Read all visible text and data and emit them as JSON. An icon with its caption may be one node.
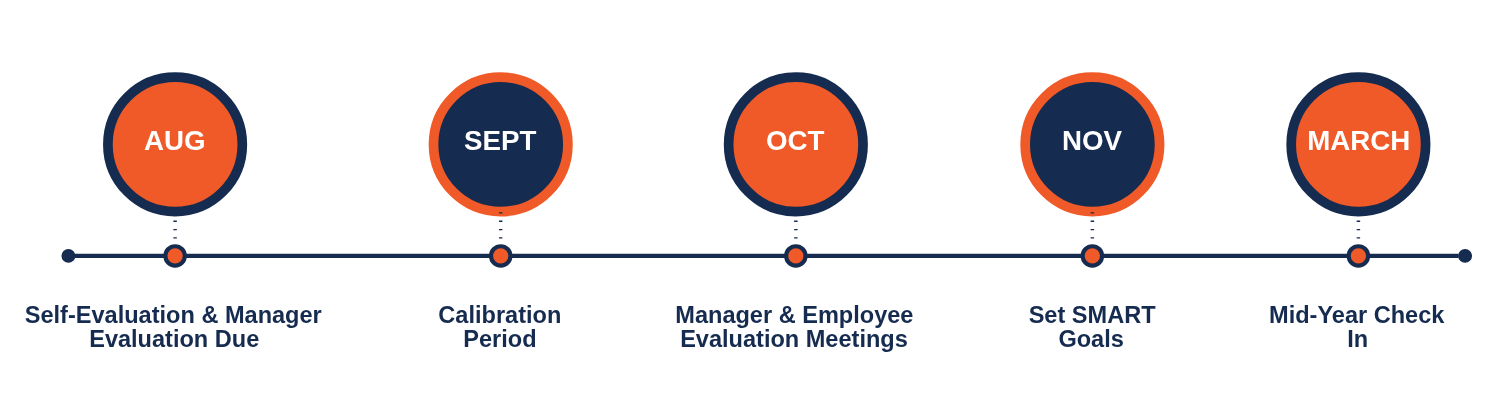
{
  "diagram": {
    "nodes": [
      {
        "text": [
          "AUG"
        ]
      },
      {
        "text": [
          "SEPT"
        ]
      },
      {
        "text": [
          "OCT"
        ]
      },
      {
        "text": [
          "NOV"
        ]
      },
      {
        "text": [
          "MARCH"
        ]
      },
      {
        "text": [],
        "shape": "circle"
      },
      {
        "text": [],
        "shape": "circle",
        "beside": [
          "Self-Evaluation & Manager Evaluation Due"
        ]
      },
      {
        "text": [],
        "shape": "circle",
        "beside": [
          "Calibration Period"
        ]
      },
      {
        "text": [],
        "shape": "circle",
        "beside": [
          "Manager & Employee Evaluation Meetings"
        ]
      },
      {
        "text": [],
        "shape": "circle",
        "beside": [
          "Set SMART Goals"
        ]
      },
      {
        "text": [],
        "shape": "circle",
        "beside": [
          "Mid-Year Check In"
        ]
      },
      {
        "text": [],
        "shape": "circle"
      }
    ],
    "edges": [
      {
        "from": 0,
        "to": 6,
        "arrow": "none",
        "style": "dashed"
      },
      {
        "from": 1,
        "to": 7,
        "arrow": "none",
        "style": "dashed"
      },
      {
        "from": 2,
        "to": 8,
        "arrow": "none",
        "style": "dashed"
      },
      {
        "from": 3,
        "to": 9,
        "arrow": "none",
        "style": "dashed"
      },
      {
        "from": 4,
        "to": 10,
        "arrow": "none",
        "style": "dashed"
      },
      {
        "from": 5,
        "to": 6,
        "arrow": "none"
      },
      {
        "from": 6,
        "to": 7,
        "arrow": "none"
      },
      {
        "from": 7,
        "to": 8,
        "arrow": "none"
      },
      {
        "from": 8,
        "to": 9,
        "arrow": "none"
      },
      {
        "from": 9,
        "to": 10,
        "arrow": "none"
      },
      {
        "from": 10,
        "to": 11,
        "arrow": "none"
      }
    ]
  }
}
